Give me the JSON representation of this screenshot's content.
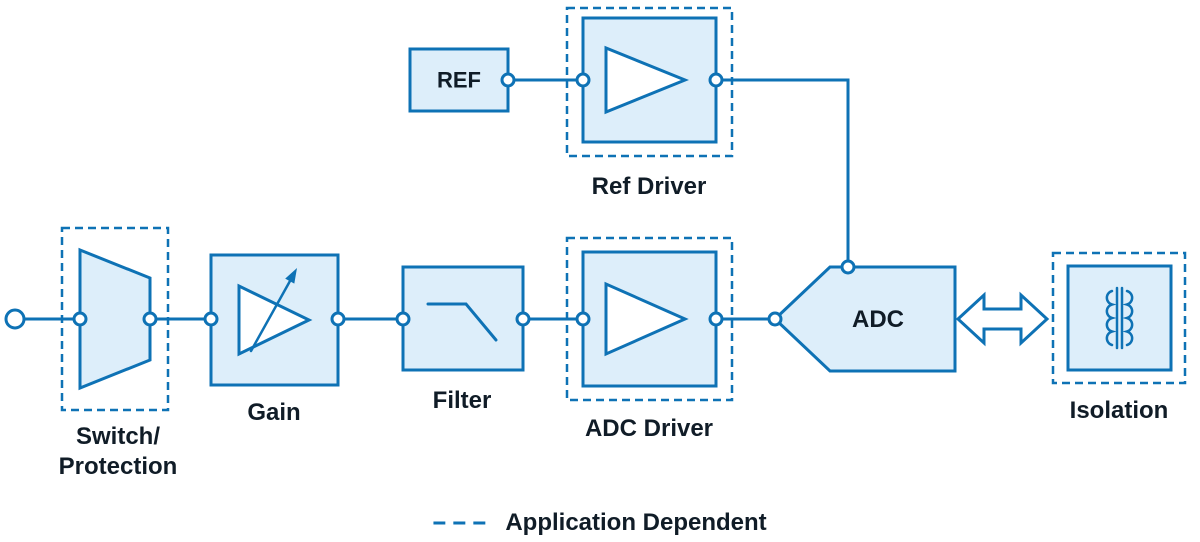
{
  "colors": {
    "stroke": "#0e72b5",
    "fill_light": "#ddeefa",
    "text": "#101c27",
    "background": "#ffffff"
  },
  "blocks": {
    "switch_protection": {
      "lines": [
        "Switch/",
        "Protection"
      ]
    },
    "gain": {
      "label": "Gain"
    },
    "filter": {
      "label": "Filter"
    },
    "adc_driver": {
      "label": "ADC Driver"
    },
    "ref": {
      "label": "REF"
    },
    "ref_driver": {
      "label": "Ref Driver"
    },
    "adc": {
      "label": "ADC"
    },
    "isolation": {
      "label": "Isolation"
    }
  },
  "legend": {
    "label": "Application Dependent"
  }
}
